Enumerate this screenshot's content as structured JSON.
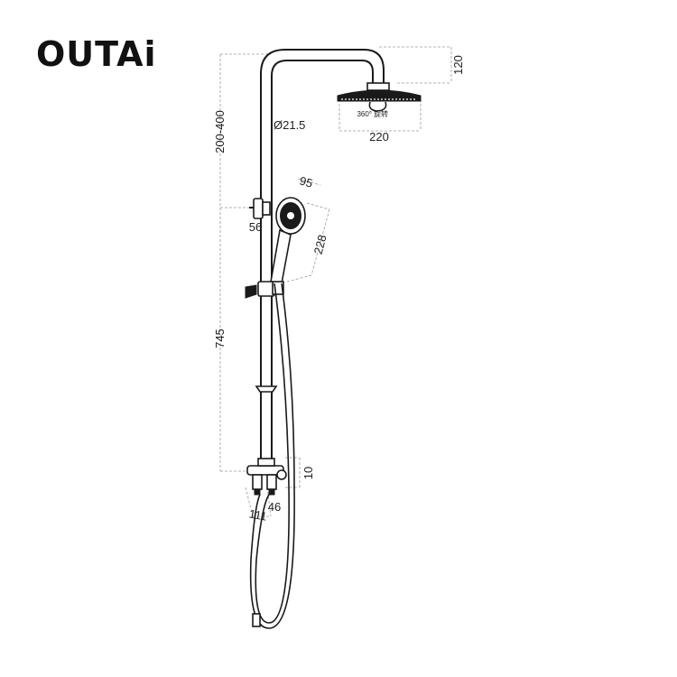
{
  "brand": {
    "logo_text": "OUTAi"
  },
  "dimensions": {
    "head_height": "120",
    "head_diameter": "220",
    "rotation": "360°",
    "rotation_note": "旋转",
    "arm_height": "200-400",
    "pipe_diameter": "Ø21.5",
    "handheld_width": "95",
    "handheld_length": "228",
    "holder_offset": "56",
    "bar_length": "745",
    "valve_height": "10",
    "inlet_spacing": "111",
    "valve_depth": "46"
  },
  "colors": {
    "line": "#1a1a1a",
    "extension_line": "#9a9a9a"
  }
}
